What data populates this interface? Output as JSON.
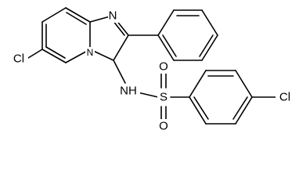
{
  "molecule": {
    "atoms": {
      "cl_left": "Cl",
      "n_ring_top": "N",
      "n_ring_bridge": "N",
      "nh": "NH",
      "sulfur": "S",
      "oxygen_top": "O",
      "oxygen_bottom": "O",
      "cl_right": "Cl"
    }
  }
}
